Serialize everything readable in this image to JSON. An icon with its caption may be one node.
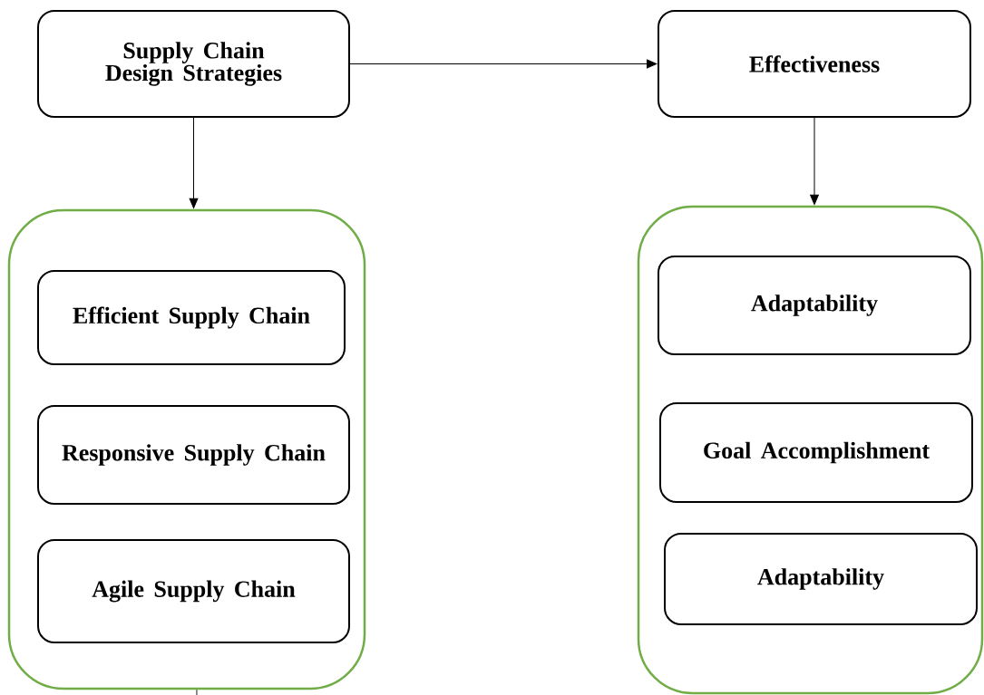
{
  "diagram": {
    "nodes": [
      {
        "text": [
          "Supply Chain Design Strategies"
        ]
      },
      {
        "text": [
          "Effectiveness"
        ]
      },
      {
        "text": [],
        "shape": "box"
      },
      {
        "text": [
          "Efficient Supply Chain"
        ],
        "in": 2
      },
      {
        "text": [
          "Responsive Supply Chain"
        ],
        "in": 2
      },
      {
        "text": [
          "Agile Supply Chain"
        ],
        "in": 2
      },
      {
        "text": [],
        "shape": "box"
      },
      {
        "text": [
          "Adaptability"
        ],
        "in": 6
      },
      {
        "text": [
          "Goal Accomplishment"
        ],
        "in": 6
      },
      {
        "text": [
          "Adaptability"
        ],
        "in": 6
      }
    ],
    "edges": [
      {
        "from": 0,
        "to": 1,
        "arrow": "to"
      },
      {
        "from": 0,
        "to": 2,
        "arrow": "to"
      },
      {
        "from": 1,
        "to": 6,
        "arrow": "to"
      },
      {
        "from": 2,
        "to": null,
        "arrow": "none"
      }
    ]
  }
}
